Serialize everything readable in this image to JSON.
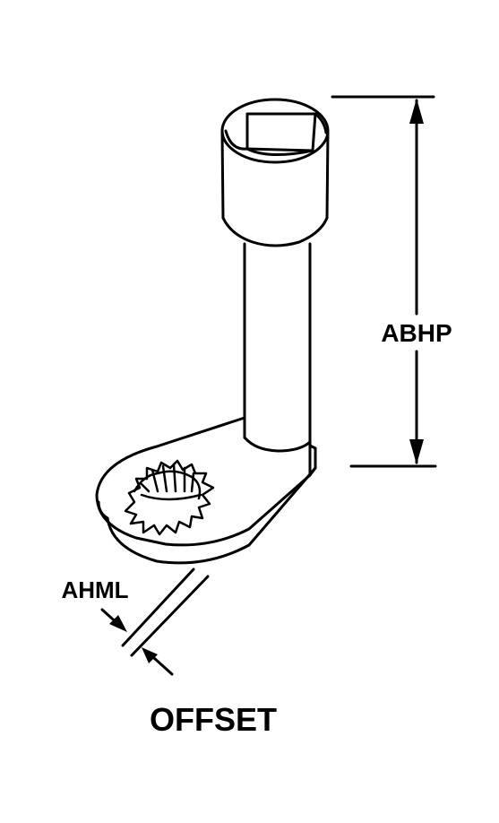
{
  "figure": {
    "part_name": "OFFSET",
    "height_dimension_label": "ABHP",
    "thickness_dimension_label": "AHML"
  },
  "colors": {
    "stroke": "#000000",
    "background": "#ffffff"
  }
}
